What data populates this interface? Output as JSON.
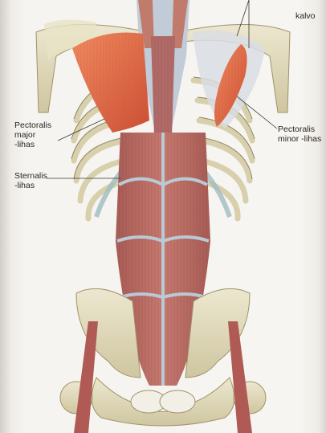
{
  "labels": {
    "kalvo": "kalvo",
    "pect_major": "Pectoralis\nmajor\n-lihas",
    "sternalis": "Sternalis\n-lihas",
    "pect_minor": "Pectoralis\nminor -lihas"
  },
  "colors": {
    "bone": "#e2dcc0",
    "bone_shade": "#b9ae86",
    "muscle_red": "#d9654a",
    "rectus": "#b8685f",
    "fascia": "#a9b9cc"
  }
}
